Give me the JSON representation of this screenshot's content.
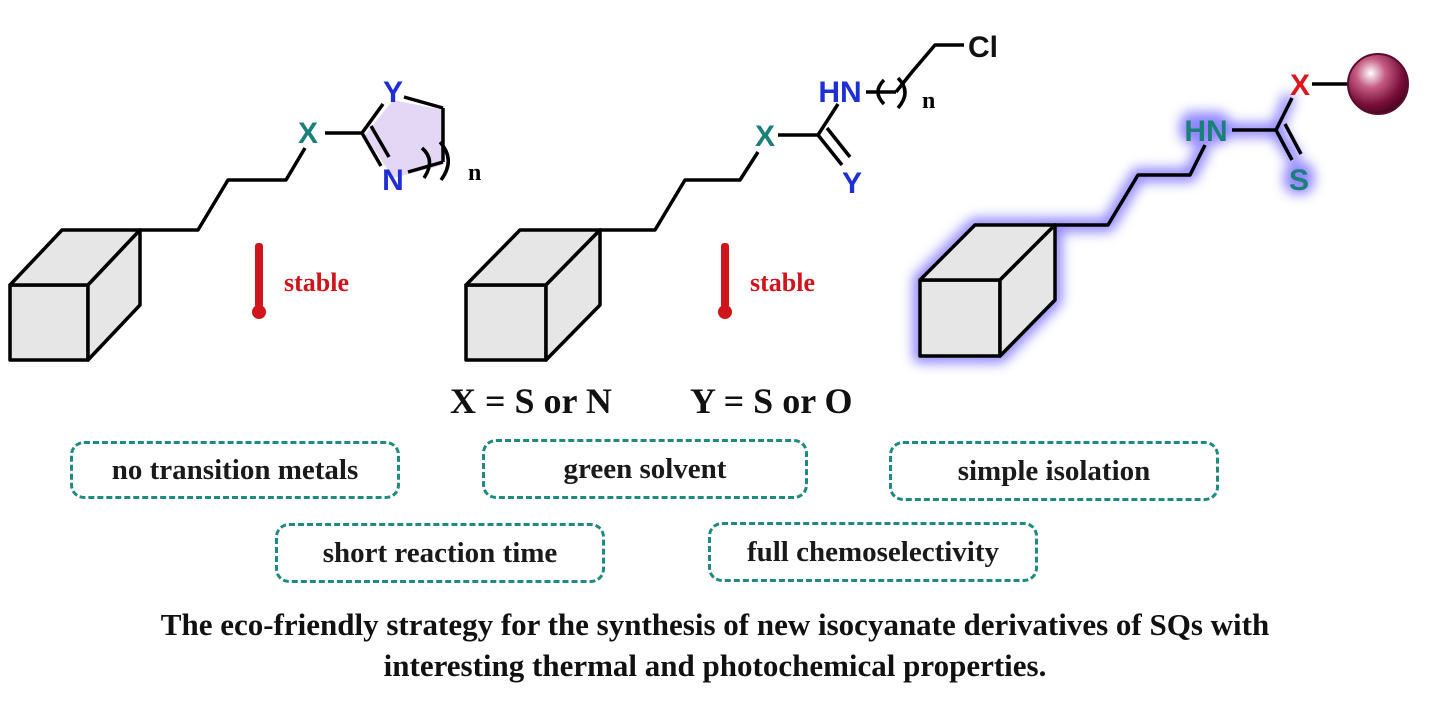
{
  "structures": {
    "left": {
      "x_label": "X",
      "y_label": "Y",
      "n_label": "N",
      "sub_n": "n",
      "stability": "stable"
    },
    "middle": {
      "x_label": "X",
      "y_label": "Y",
      "nh_label": "HN",
      "cl_label": "Cl",
      "sub_n": "n",
      "stability": "stable"
    },
    "right": {
      "x_label": "X",
      "nh_label": "HN",
      "s_label": "S"
    }
  },
  "variables": {
    "x_def": "X = S or N",
    "y_def": "Y = S or O"
  },
  "features": [
    "no transition metals",
    "green solvent",
    "simple isolation",
    "short reaction time",
    "full chemoselectivity"
  ],
  "caption": {
    "line1": "The eco-friendly strategy for the synthesis of new isocyanate derivatives of SQs with",
    "line2": "interesting thermal and photochemical properties."
  },
  "colors": {
    "x_atom": "#1a8078",
    "heteroatom": "#1f2fd6",
    "thermometer": "#d0141c",
    "ring_fill": "#e3d7f5",
    "glow": "#6b5cff",
    "sphere": "#7a0f3a",
    "badge_border": "#1f8a80"
  }
}
